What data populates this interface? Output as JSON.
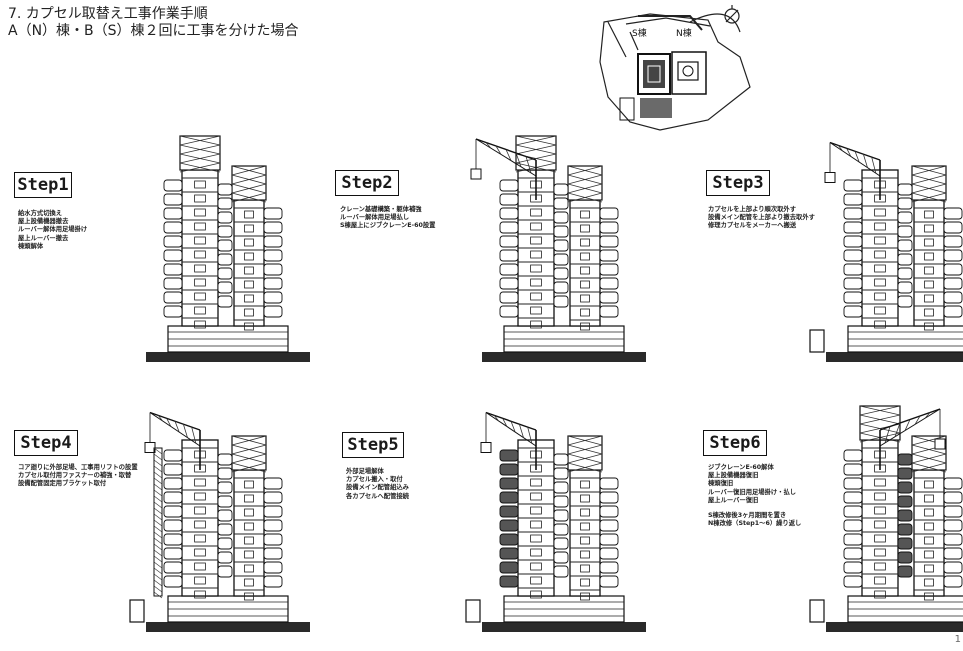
{
  "header": {
    "line1": "7. カプセル取替え工事作業手順",
    "line2": "A（N）棟・B（S）棟２回に工事を分けた場合"
  },
  "site_plan": {
    "labels": [
      "S棟",
      "N棟"
    ]
  },
  "steps": [
    {
      "label": "Step1",
      "notes": [
        "給水方式切換え",
        "屋上設備機器撤去",
        "ルーバー解体用足場掛け",
        "屋上ルーバー撤去",
        "棟頭解体"
      ]
    },
    {
      "label": "Step2",
      "notes": [
        "クレーン基礎構築・躯体補強",
        "ルーバー解体用足場払し",
        "S棟屋上にジブクレーンE-60設置"
      ]
    },
    {
      "label": "Step3",
      "notes": [
        "カプセルを上部より順次取外す",
        "設備メイン配管を上部より撤去取外す",
        "修理カプセルをメーカーへ搬送"
      ]
    },
    {
      "label": "Step4",
      "notes": [
        "コア廻りに外部足場、工事用リフトの設置",
        "カプセル取付用ファスナーの補強・取替",
        "設備配管固定用ブラケット取付"
      ]
    },
    {
      "label": "Step5",
      "notes": [
        "外部足場解体",
        "カプセル搬入・取付",
        "設備メイン配管組込み",
        "各カプセルへ配管接続"
      ]
    },
    {
      "label": "Step6",
      "notes": [
        "ジブクレーンE-60解体",
        "屋上設備機器復旧",
        "棟頭復旧",
        "ルーバー復旧用足場掛け・払し",
        "屋上ルーバー復旧",
        "",
        "S棟改修後3ヶ月期間を置き",
        "N棟改修（Step1〜6）繰り返し"
      ]
    }
  ],
  "page_number": "1"
}
